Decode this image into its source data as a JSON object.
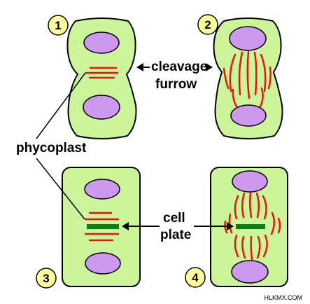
{
  "stages": [
    {
      "number": "1"
    },
    {
      "number": "2"
    },
    {
      "number": "3"
    },
    {
      "number": "4"
    }
  ],
  "labels": {
    "cleavage_line1": "cleavage",
    "cleavage_line2": "furrow",
    "phycoplast": "phycoplast",
    "cell_plate_line1": "cell",
    "cell_plate_line2": "plate"
  },
  "watermark": "HLKMX.COM",
  "colors": {
    "cytoplasm": "#ccf59a",
    "nucleus": "#cc99ee",
    "microtubule": "#ee1111",
    "cell_plate": "#127a12",
    "badge": "#ffff99",
    "outline": "#000000"
  }
}
